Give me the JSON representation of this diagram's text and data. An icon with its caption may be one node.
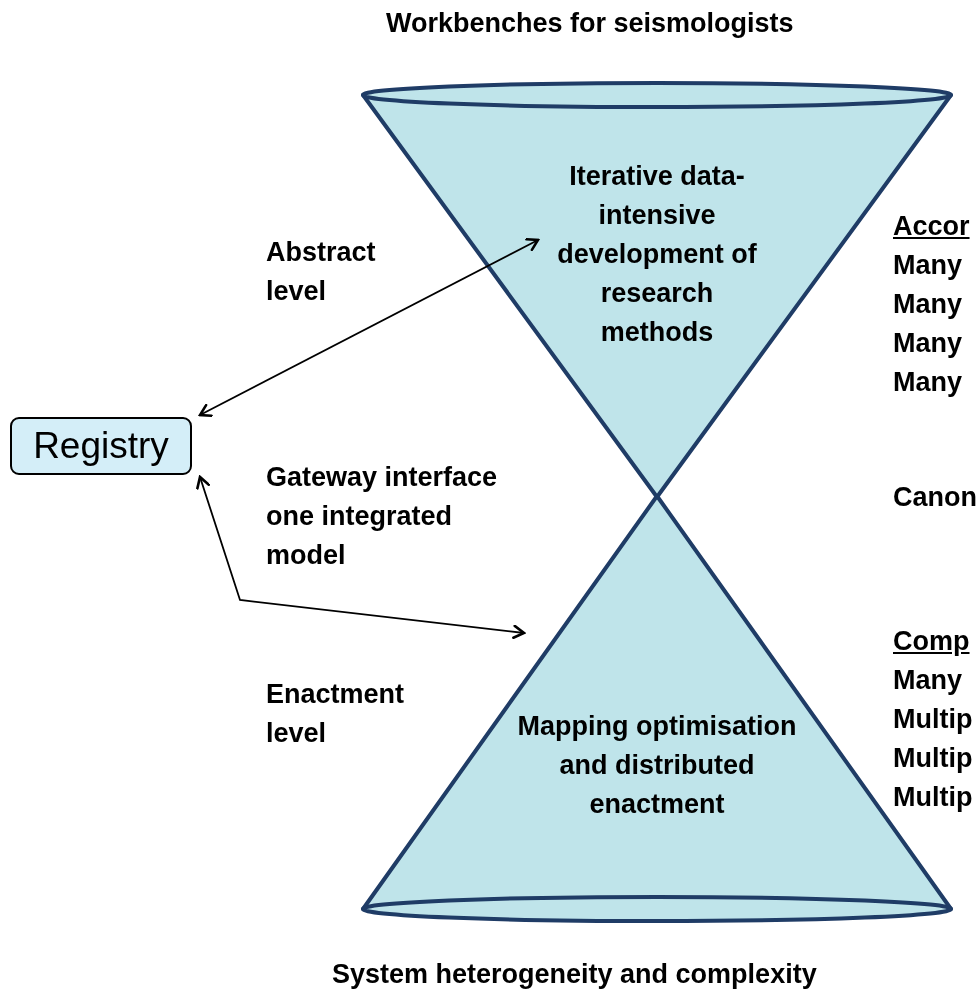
{
  "diagram": {
    "title": "Workbenches for seismologists",
    "nodes": [
      {
        "text": [
          "Registry"
        ]
      },
      {
        "text": [
          "Iterative data-intensive development of research methods"
        ]
      },
      {
        "text": [
          "Mapping optimisation and distributed enactment"
        ]
      }
    ],
    "edges": [
      {
        "from": 0,
        "to": 1,
        "arrow": "both"
      },
      {
        "from": 0,
        "to": 2,
        "arrow": "both"
      }
    ],
    "labels": [
      "Abstract level",
      "Gateway interface one integrated model",
      "Enactment level",
      "Accor",
      "Many",
      "Many",
      "Many",
      "Many",
      "Canon",
      "Comp",
      "Many",
      "Multip",
      "Multip",
      "Multip",
      "System heterogeneity and complexity"
    ]
  }
}
